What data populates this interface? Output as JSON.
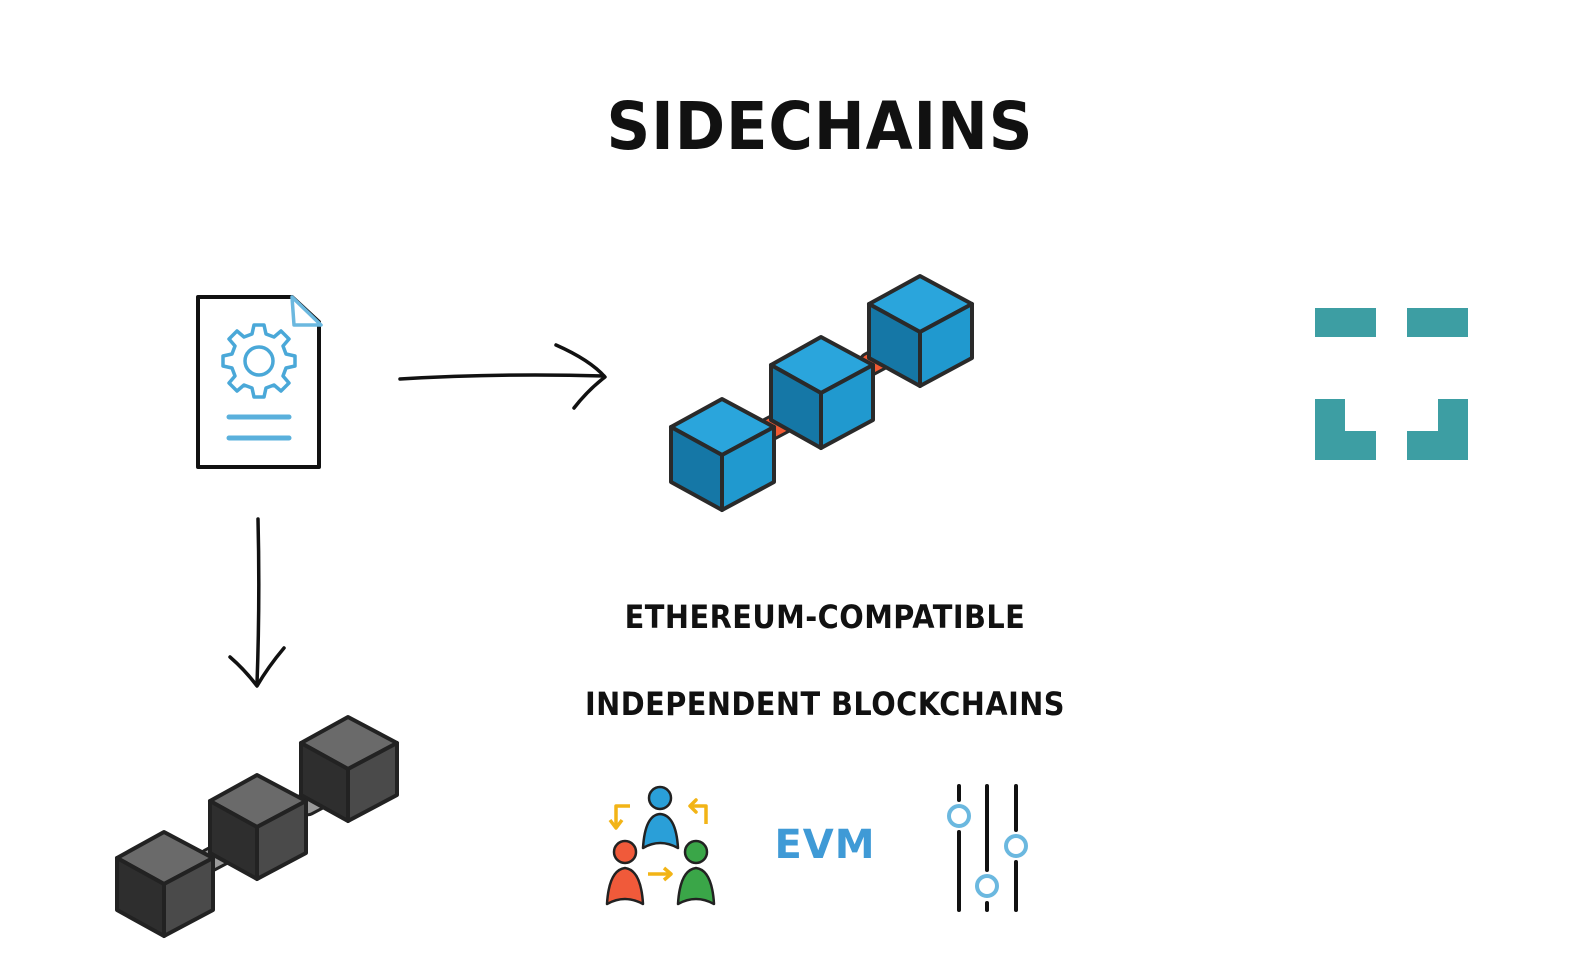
{
  "title": "SIDECHAINS",
  "captions": {
    "line1": "ETHEREUM-COMPATIBLE",
    "line2": "INDEPENDENT BLOCKCHAINS"
  },
  "evm_label": "EVM",
  "icons": {
    "document": "smart-contract-document-icon",
    "sidechain": "blue-blockchain-icon",
    "mainchain": "black-blockchain-icon",
    "users": "user-exchange-icon",
    "sliders": "settings-sliders-icon",
    "frame": "focus-frame-icon"
  },
  "colors": {
    "blue_cube": "#2099cf",
    "blue_cube_dark": "#1577a6",
    "link_orange": "#f25a33",
    "black_cube": "#4a4a4a",
    "black_cube_dark": "#2e2e2e",
    "teal": "#3d9ea3",
    "light_blue": "#6bb8df"
  }
}
